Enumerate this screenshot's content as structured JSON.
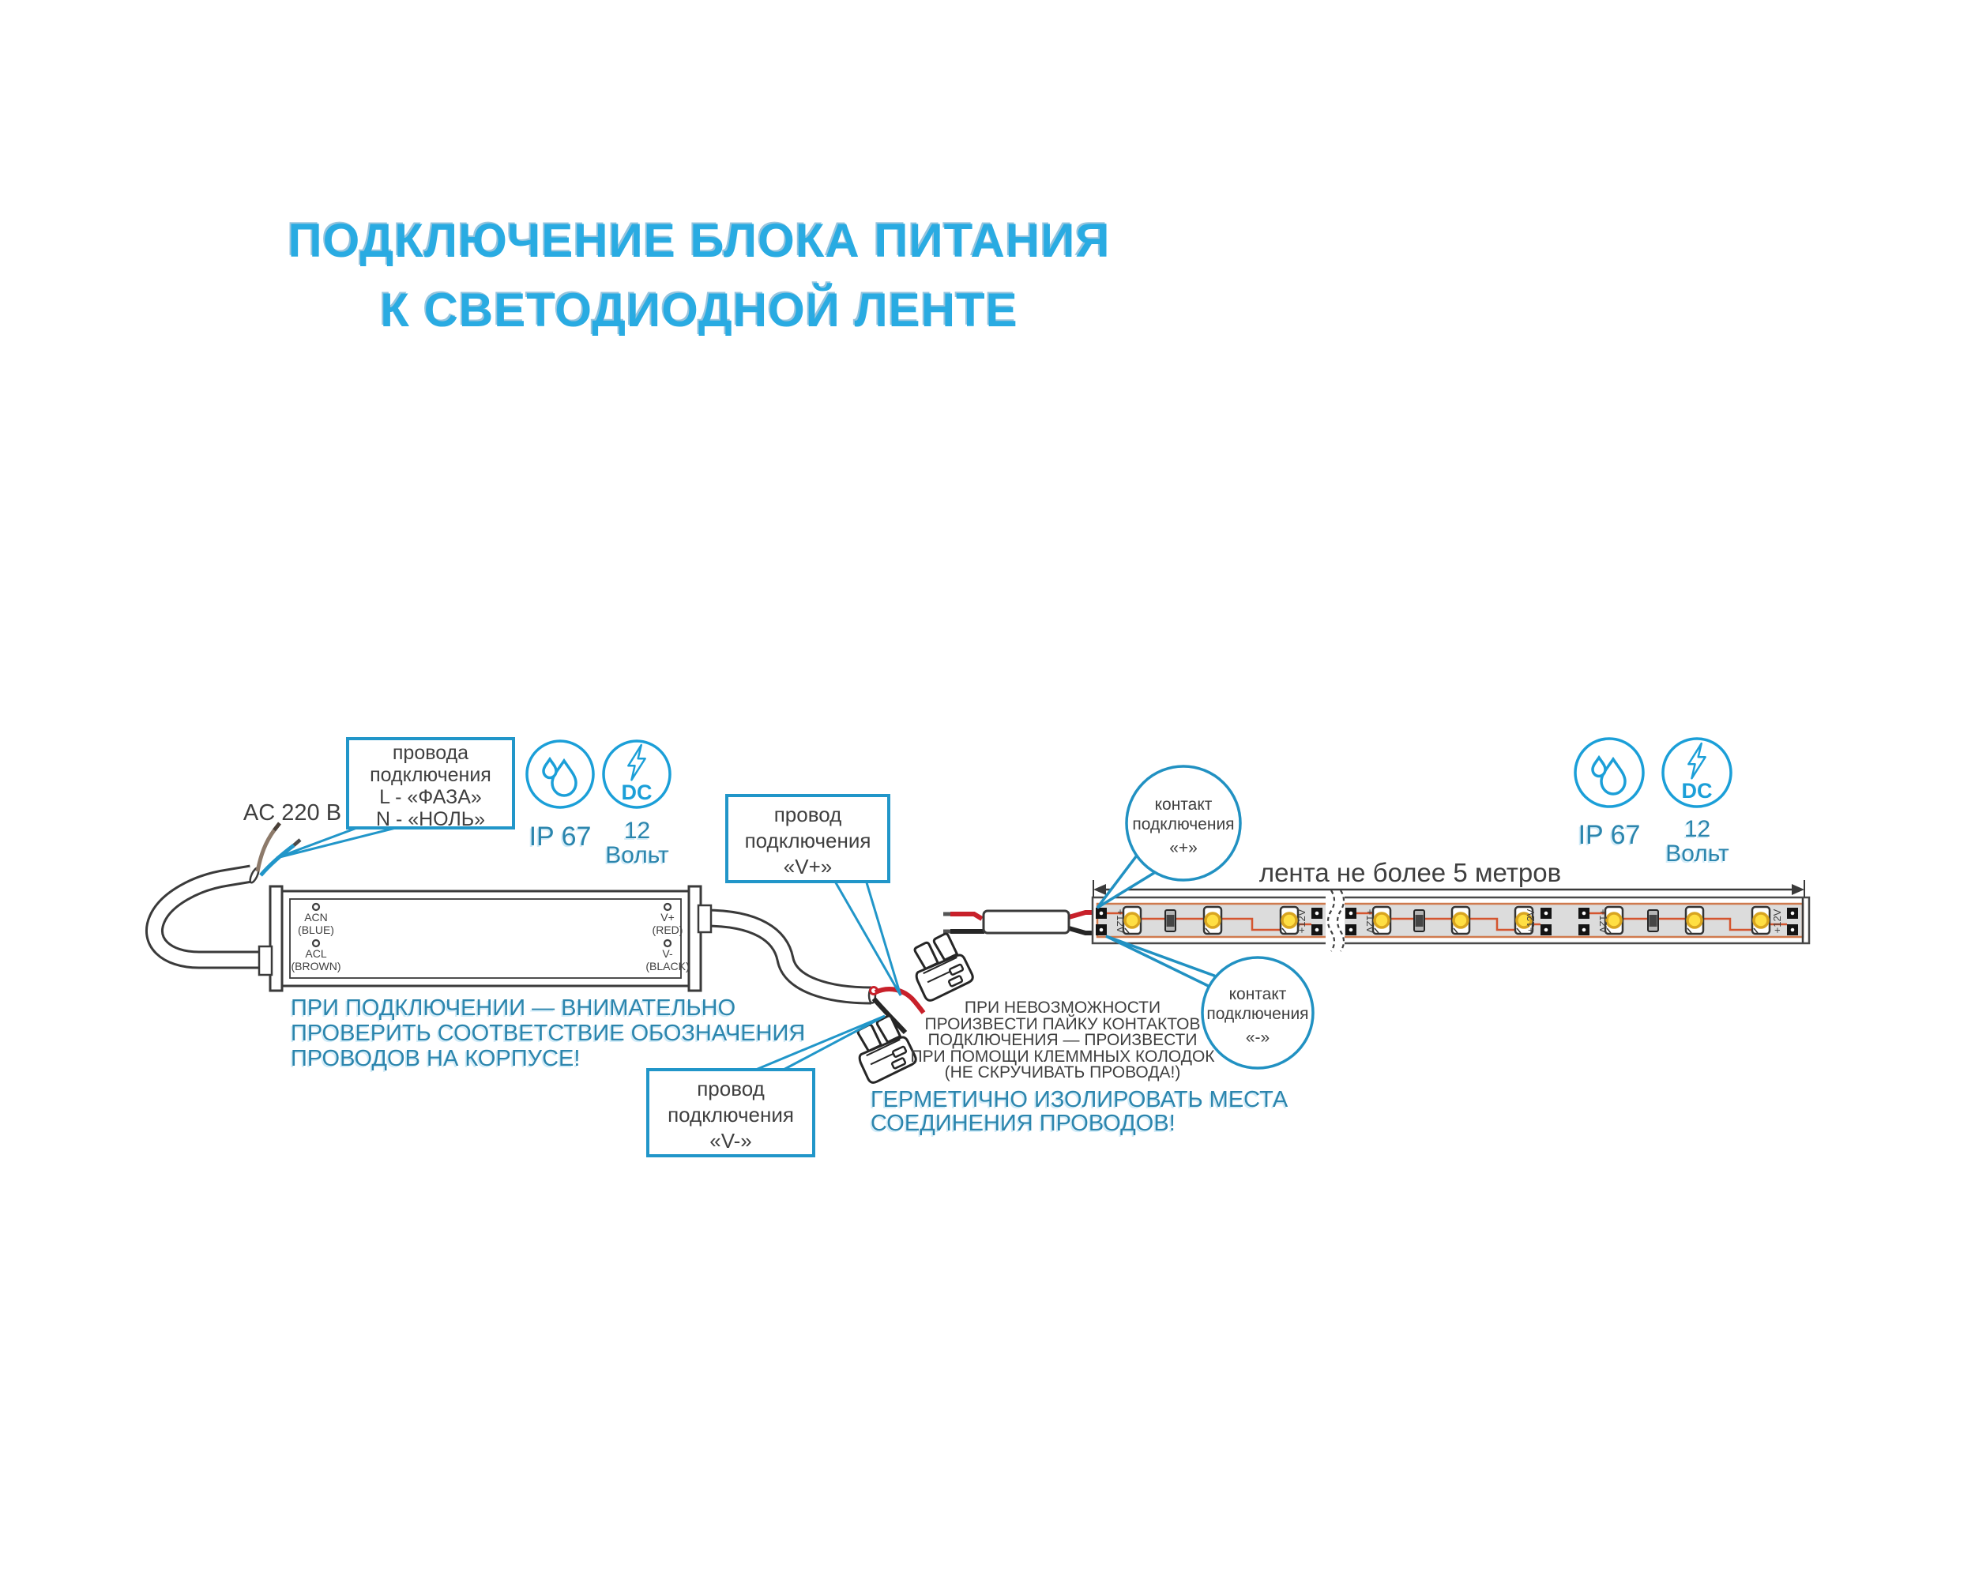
{
  "title": {
    "line1": "ПОДКЛЮЧЕНИЕ БЛОКА ПИТАНИЯ",
    "line2": "К СВЕТОДИОДНОЙ ЛЕНТЕ"
  },
  "ac_input_label": "AC 220 В",
  "wires_box": {
    "l1": "провода",
    "l2": "подключения",
    "l3": "L - «ФАЗА»",
    "l4": "N - «НОЛЬ»"
  },
  "badges": {
    "ip": "IP 67",
    "dc": "DC",
    "volt_value": "12",
    "volt_unit": "Вольт"
  },
  "psu": {
    "terminals": {
      "acn": "ACN",
      "acn_wire": "(BLUE)",
      "acl": "ACL",
      "acl_wire": "(BROWN)",
      "vplus": "V+",
      "vplus_wire": "(RED)",
      "vminus": "V-",
      "vminus_wire": "(BLACK)"
    },
    "warning": {
      "l1": "ПРИ ПОДКЛЮЧЕНИИ — ВНИМАТЕЛЬНО",
      "l2": "ПРОВЕРИТЬ СООТВЕТСТВИЕ ОБОЗНАЧЕНИЯ",
      "l3": "ПРОВОДОВ НА КОРПУСЕ!"
    }
  },
  "vplus_box": {
    "l1": "провод",
    "l2": "подключения",
    "l3": "«V+»"
  },
  "vminus_box": {
    "l1": "провод",
    "l2": "подключения",
    "l3": "«V-»"
  },
  "balloon_plus": {
    "l1": "контакт",
    "l2": "подключения",
    "l3": "«+»"
  },
  "balloon_minus": {
    "l1": "контакт",
    "l2": "подключения",
    "l3": "«-»"
  },
  "clamp_note": {
    "l1": "ПРИ НЕВОЗМОЖНОСТИ",
    "l2": "ПРОИЗВЕСТИ ПАЙКУ КОНТАКТОВ",
    "l3": "ПОДКЛЮЧЕНИЯ — ПРОИЗВЕСТИ",
    "l4": "ПРИ ПОМОЩИ КЛЕММНЫХ КОЛОДОК",
    "l5": "(НЕ СКРУЧИВАТЬ ПРОВОДА!)"
  },
  "seal_note": {
    "l1": "ГЕРМЕТИЧНО ИЗОЛИРОВАТЬ МЕСТА",
    "l2": "СОЕДИНЕНИЯ ПРОВОДОВ!"
  },
  "strip": {
    "length_label": "лента не более 5 метров",
    "pin_label": "+12V"
  },
  "colors": {
    "title_blue": "#29abe2",
    "accent_blue": "#2196c9",
    "icon_blue": "#1b9fd8",
    "note_teal": "#2b85ad",
    "text_dark": "#3f3f3f",
    "wire_red": "#c8202a",
    "wire_black": "#262626",
    "wire_blue": "#2196c9",
    "wire_brown": "#8d7a6a",
    "strip_orange": "#cf7a4e",
    "trace_orange": "#d4552f",
    "led_gold": "#ffdf43",
    "pcb_gray": "#dcdcdc"
  }
}
